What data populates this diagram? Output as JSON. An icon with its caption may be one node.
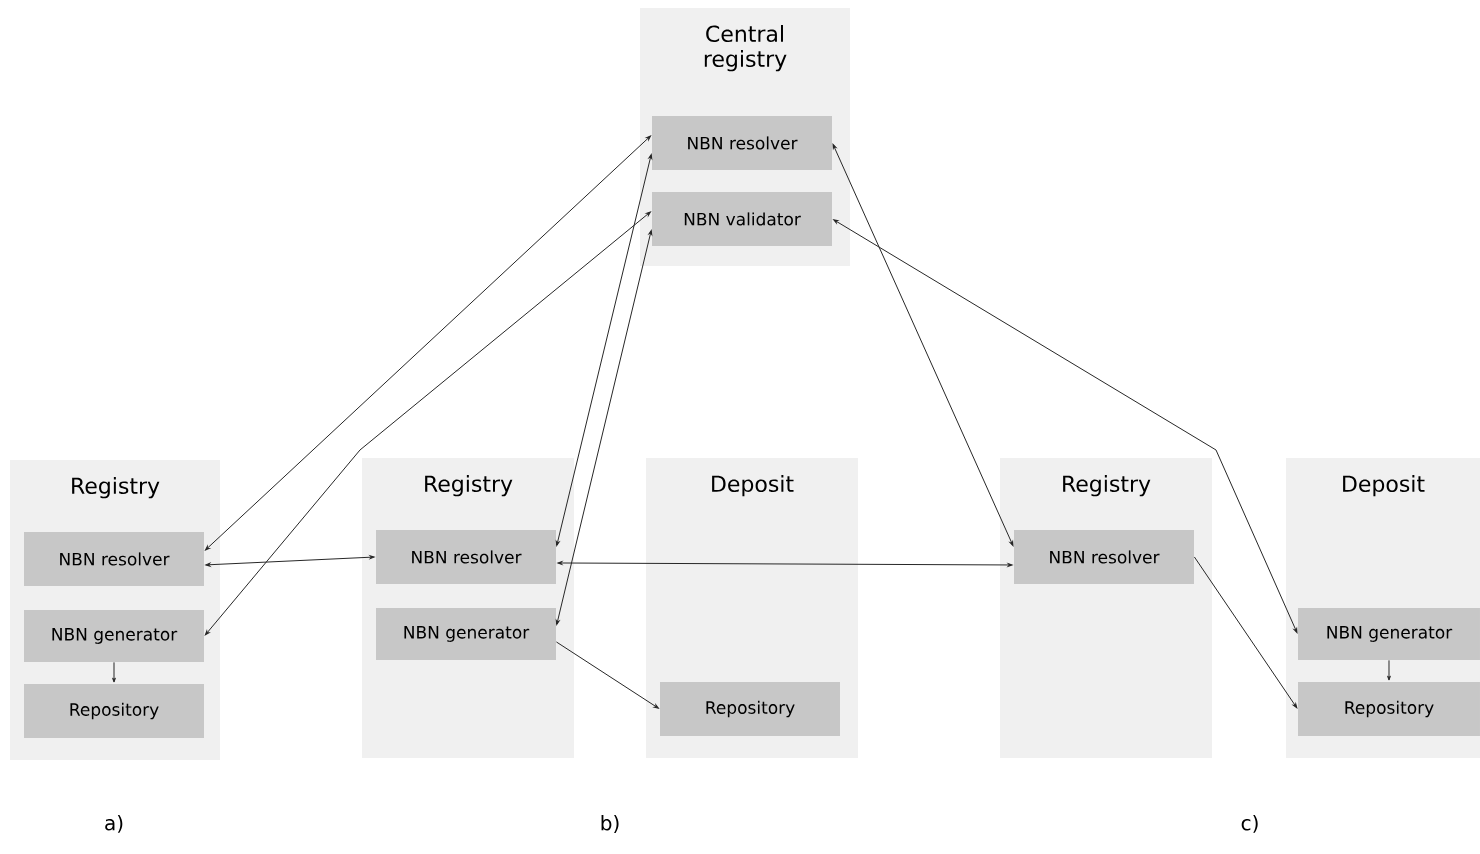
{
  "diagram": {
    "nodes": [
      {
        "text": [
          "Central registry"
        ]
      },
      {
        "text": [
          "NBN resolver"
        ],
        "in": 0
      },
      {
        "text": [
          "NBN validator"
        ],
        "in": 0
      },
      {
        "text": [
          "Registry"
        ]
      },
      {
        "text": [
          "NBN resolver"
        ],
        "in": 3
      },
      {
        "text": [
          "NBN generator"
        ],
        "in": 3
      },
      {
        "text": [
          "Repository"
        ],
        "in": 3
      },
      {
        "text": [
          "Registry"
        ]
      },
      {
        "text": [
          "NBN resolver"
        ],
        "in": 7
      },
      {
        "text": [
          "NBN generator"
        ],
        "in": 7
      },
      {
        "text": [
          "Deposit"
        ]
      },
      {
        "text": [
          "Repository"
        ],
        "in": 10
      },
      {
        "text": [
          "Registry"
        ]
      },
      {
        "text": [
          "NBN resolver"
        ],
        "in": 12
      },
      {
        "text": [
          "Deposit"
        ]
      },
      {
        "text": [
          "NBN generator"
        ],
        "in": 14
      },
      {
        "text": [
          "Repository"
        ],
        "in": 14
      }
    ],
    "edges": [
      {
        "from": 4,
        "to": 1,
        "arrow": "both"
      },
      {
        "from": 5,
        "to": 2,
        "arrow": "both"
      },
      {
        "from": 4,
        "to": 8,
        "arrow": "both"
      },
      {
        "from": 5,
        "to": 6,
        "arrow": "to"
      },
      {
        "from": 8,
        "to": 1,
        "arrow": "both"
      },
      {
        "from": 9,
        "to": 2,
        "arrow": "both"
      },
      {
        "from": 8,
        "to": 13,
        "arrow": "both"
      },
      {
        "from": 9,
        "to": 11,
        "arrow": "to"
      },
      {
        "from": 13,
        "to": 1,
        "arrow": "both"
      },
      {
        "from": 13,
        "to": 16,
        "arrow": "to"
      },
      {
        "from": 15,
        "to": 2,
        "arrow": "both"
      },
      {
        "from": 15,
        "to": 16,
        "arrow": "to"
      }
    ],
    "labels": [
      "a)",
      "b)",
      "c)"
    ]
  }
}
